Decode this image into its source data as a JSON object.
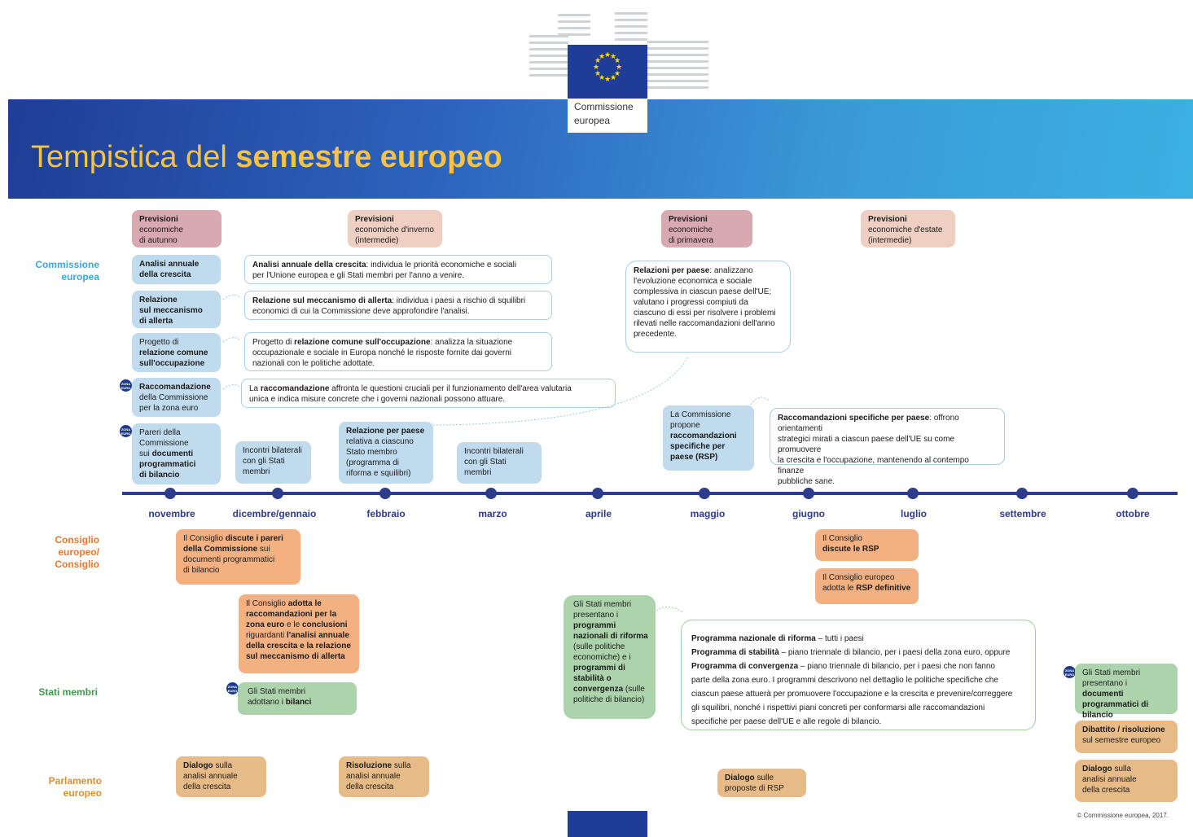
{
  "logo": {
    "line1": "Commissione",
    "line2": "europea"
  },
  "title": {
    "part1": "Tempistica del ",
    "part2": "semestre europeo"
  },
  "side_labels": {
    "commission_l1": "Commissione",
    "commission_l2": "europea",
    "council_l1": "Consiglio",
    "council_l2": "europeo/",
    "council_l3": "Consiglio",
    "member_states": "Stati membri",
    "parliament_l1": "Parlamento",
    "parliament_l2": "europeo"
  },
  "months": [
    "novembre",
    "dicembre/gennaio",
    "febbraio",
    "marzo",
    "aprile",
    "maggio",
    "giugno",
    "luglio",
    "settembre",
    "ottobre"
  ],
  "euro_badge": {
    "line1": "ZONA",
    "line2": "EURO"
  },
  "forecasts": {
    "autumn": {
      "bold": "Previsioni",
      "l1": "economiche",
      "l2": "di autunno"
    },
    "winter": {
      "bold": "Previsioni",
      "l1": "economiche d'inverno",
      "l2": "(intermedie)"
    },
    "spring": {
      "bold": "Previsioni",
      "l1": "economiche",
      "l2": "di primavera"
    },
    "summer": {
      "bold": "Previsioni",
      "l1": "economiche d'estate",
      "l2": "(intermedie)"
    }
  },
  "commission": {
    "ags": {
      "b1": "Analisi annuale",
      "b2": "della crescita"
    },
    "amr": {
      "b1": "Relazione",
      "b2": "sul meccanismo",
      "b3": "di allerta"
    },
    "jer": {
      "t1": "Progetto di",
      "b1": "relazione comune",
      "b2": "sull'occupazione"
    },
    "rec": {
      "b1": "Raccomandazione",
      "t1": "della Commissione",
      "t2": "per la zona euro"
    },
    "opinions": {
      "t1": "Pareri della",
      "t2": "Commissione",
      "t3": "sui ",
      "b1": "documenti",
      "b2": "programmatici",
      "b3": "di bilancio"
    },
    "bilateral1": {
      "t1": "Incontri bilaterali",
      "t2": "con gli Stati",
      "t3": "membri"
    },
    "country_report": {
      "b1": "Relazione per paese",
      "t1": "relativa a ciascuno",
      "t2": "Stato membro",
      "t3": "(programma di",
      "t4": "riforma e squilibri)"
    },
    "bilateral2": {
      "t1": "Incontri bilaterali",
      "t2": "con gli Stati",
      "t3": "membri"
    },
    "csr_propose": {
      "t1": "La Commissione",
      "t2": "propone",
      "b1": "raccomandazioni",
      "b2": "specifiche per",
      "b3": "paese (RSP)"
    }
  },
  "descriptions": {
    "ags": {
      "b": "Analisi annuale della crescita",
      "t1": ": individua le priorità economiche e sociali",
      "t2": "per l'Unione europea e gli Stati membri per l'anno a venire."
    },
    "amr": {
      "b": "Relazione sul meccanismo di allerta",
      "t1": ": individua i paesi a rischio di squilibri",
      "t2": "economici di cui la Commissione deve approfondire l'analisi."
    },
    "jer": {
      "t0": "Progetto di ",
      "b": "relazione comune sull'occupazione",
      "t1": ": analizza la situazione",
      "t2": "occupazionale e sociale in Europa nonché le risposte fornite dai governi",
      "t3": "nazionali con le politiche adottate."
    },
    "rec": {
      "t0": "La ",
      "b": "raccomandazione",
      "t1": " affronta le questioni cruciali per il funzionamento dell'area valutaria",
      "t2": "unica e indica misure concrete che i governi nazionali possono attuare."
    },
    "country": {
      "b": "Relazioni per paese",
      "t1": ": analizzano",
      "t2": "l'evoluzione economica e sociale",
      "t3": "complessiva in ciascun paese dell'UE;",
      "t4": "valutano i progressi compiuti da",
      "t5": "ciascuno di essi per risolvere i problemi",
      "t6": "rilevati nelle raccomandazioni dell'anno",
      "t7": "precedente."
    },
    "csr": {
      "b": "Raccomandazioni specifiche per paese",
      "t1": ": offrono orientamenti",
      "t2": "strategici mirati a ciascun paese dell'UE su come promuovere",
      "t3": "la crescita e l'occupazione, mantenendo al contempo finanze",
      "t4": "pubbliche sane."
    }
  },
  "council": {
    "discuss": {
      "t1": "Il Consiglio ",
      "b1": "discute i pareri",
      "b2": "della Commissione",
      "t2": " sui",
      "t3": "documenti programmatici",
      "t4": "di bilancio"
    },
    "adopt": {
      "t1": "Il Consiglio ",
      "b1": "adotta le",
      "b2": "raccomandazioni per la",
      "b3": "zona euro",
      "t2": " e le ",
      "b4": "conclusioni",
      "t3": "riguardanti ",
      "b5": "l'analisi annuale",
      "b6": "della crescita e la relazione",
      "b7": "sul meccanismo di allerta"
    },
    "csr_discuss": {
      "t1": "Il Consiglio",
      "b1": "discute le RSP"
    },
    "csr_final": {
      "t1": "Il Consiglio europeo",
      "t2": "adotta le ",
      "b1": "RSP definitive"
    }
  },
  "member_states": {
    "budgets": {
      "t1": "Gli Stati membri",
      "t2": "adottano i ",
      "b1": "bilanci"
    },
    "programmes": {
      "t1": "Gli Stati membri",
      "t2": "presentano i",
      "b1": "programmi",
      "b2": "nazionali di riforma",
      "t3": "(sulle politiche",
      "t4": "economiche) e i",
      "b3": "programmi di",
      "b4": "stabilità o",
      "b5": "convergenza",
      "t5": " (sulle",
      "t6": "politiche di bilancio)"
    },
    "programmes_desc": {
      "b1": "Programma nazionale di riforma",
      "t1": " – tutti i paesi",
      "b2": "Programma di stabilità",
      "t2": " – piano triennale di bilancio, per i paesi della zona euro, oppure",
      "b3": "Programma di convergenza",
      "t3": " – piano triennale di bilancio, per i paesi che non fanno",
      "t4": "parte della zona euro. I programmi descrivono nel dettaglio le politiche specifiche che",
      "t5": "ciascun paese attuerà per promuovere l'occupazione e la crescita e prevenire/correggere",
      "t6": "gli squilibri, nonché i rispettivi piani concreti per conformarsi alle raccomandazioni",
      "t7": "specifiche per paese dell'UE e alle regole di bilancio."
    },
    "draft_budget": {
      "t1": "Gli Stati membri",
      "t2": "presentano i ",
      "b1": "documenti",
      "b2": "programmatici di",
      "b3": "bilancio"
    }
  },
  "parliament": {
    "dialogue1": {
      "b1": "Dialogo",
      "t1": " sulla",
      "t2": "analisi annuale",
      "t3": "della crescita"
    },
    "resolution": {
      "b1": "Risoluzione",
      "t1": " sulla",
      "t2": "analisi annuale",
      "t3": "della crescita"
    },
    "dialogue_csr": {
      "b1": "Dialogo",
      "t1": " sulle",
      "t2": "proposte di RSP"
    },
    "debate": {
      "b1": "Dibattito / risoluzione",
      "t1": "sul semestre europeo"
    },
    "dialogue2": {
      "b1": "Dialogo",
      "t1": " sulla",
      "t2": "analisi annuale",
      "t3": "della crescita"
    }
  },
  "copyright": "© Commissione europea, 2017.",
  "colors": {
    "title_yellow": "#f6c343",
    "timeline": "#2c3b8c",
    "commission": "#3aa7dd",
    "council": "#e8782d",
    "member_states": "#3f9a4d",
    "parliament": "#d89032"
  }
}
